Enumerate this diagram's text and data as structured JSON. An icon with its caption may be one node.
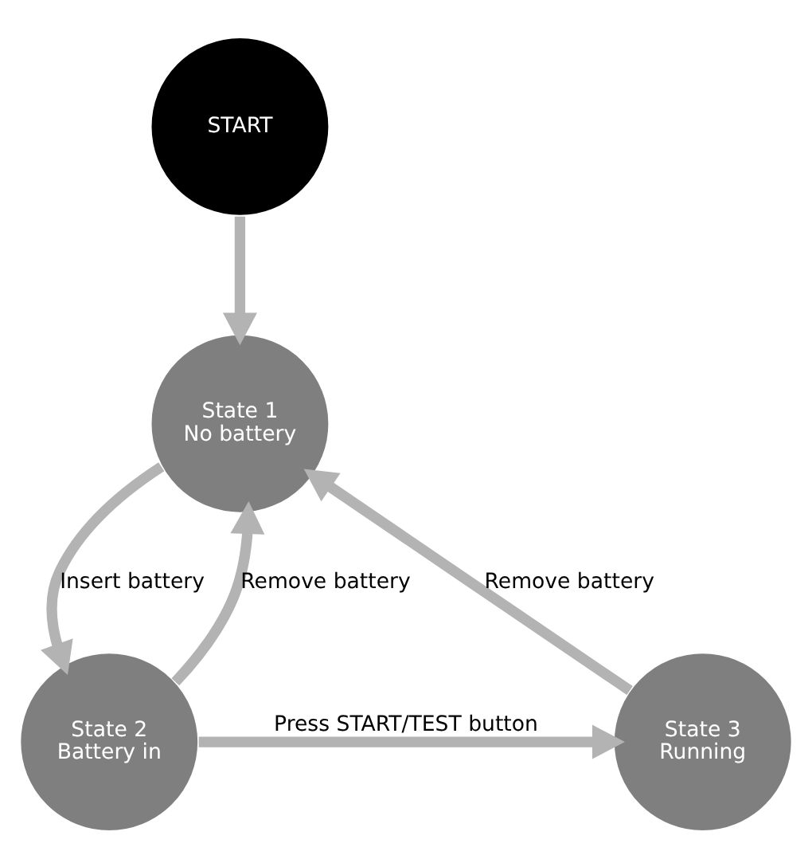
{
  "diagram": {
    "nodes": [
      {
        "text": [
          "START"
        ]
      },
      {
        "text": [
          "State 1",
          "No battery"
        ]
      },
      {
        "text": [
          "State 2",
          "Battery in"
        ]
      },
      {
        "text": [
          "State 3",
          "Running"
        ]
      }
    ],
    "edges": [
      {
        "from": 0,
        "to": 1,
        "arrow": "to"
      },
      {
        "from": 1,
        "to": 2,
        "arrow": "to",
        "label": "Insert battery"
      },
      {
        "from": 2,
        "to": 1,
        "arrow": "to",
        "label": "Remove battery"
      },
      {
        "from": 2,
        "to": 3,
        "arrow": "to",
        "label": "Press START/TEST button"
      },
      {
        "from": 3,
        "to": 1,
        "arrow": "to",
        "label": "Remove battery"
      }
    ]
  }
}
